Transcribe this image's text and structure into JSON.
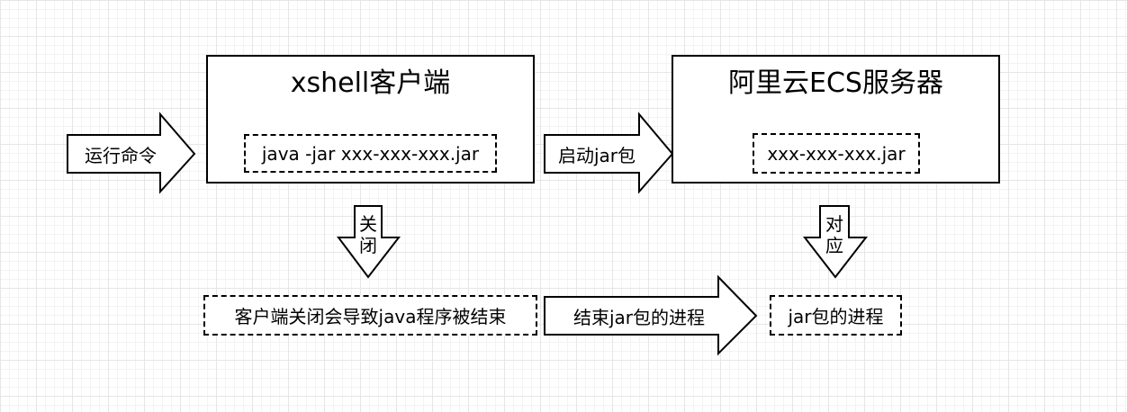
{
  "nodes": {
    "xshell": {
      "title": "xshell客户端",
      "command": "java -jar xxx-xxx-xxx.jar"
    },
    "ecs": {
      "title": "阿里云ECS服务器",
      "jar": "xxx-xxx-xxx.jar"
    },
    "client_close_effect": "客户端关闭会导致java程序被结束",
    "jar_process": "jar包的进程"
  },
  "arrows": {
    "run_command": "运行命令",
    "start_jar": "启动jar包",
    "close": [
      "关",
      "闭"
    ],
    "correspond": [
      "对",
      "应"
    ],
    "end_process": "结束jar包的进程"
  },
  "colors": {
    "stroke": "#000000",
    "fill": "#ffffff",
    "grid": "#e6e6e6"
  }
}
